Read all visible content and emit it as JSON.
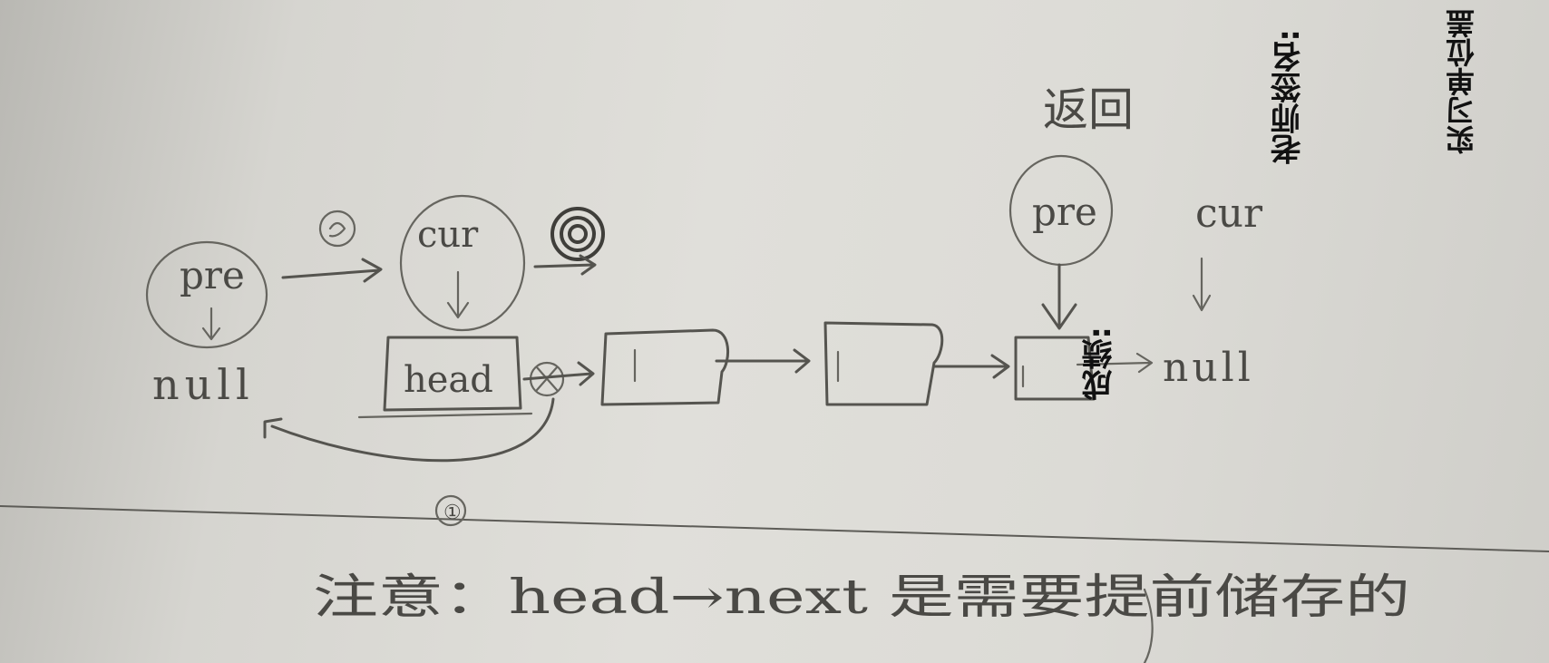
{
  "diagram": {
    "labels": {
      "pre_left": "pre",
      "cur_top": "cur",
      "null_left": "null",
      "head": "head",
      "step_1": "①",
      "pre_right": "pre",
      "cur_right": "cur",
      "null_right": "null",
      "return_text": "返回"
    },
    "note": "注意：head→next 是需要提前储存的"
  },
  "form": {
    "score_label": "成绩:",
    "teacher_signature_label": "老师签名:",
    "unit_seal_label": "实习单位盖"
  }
}
